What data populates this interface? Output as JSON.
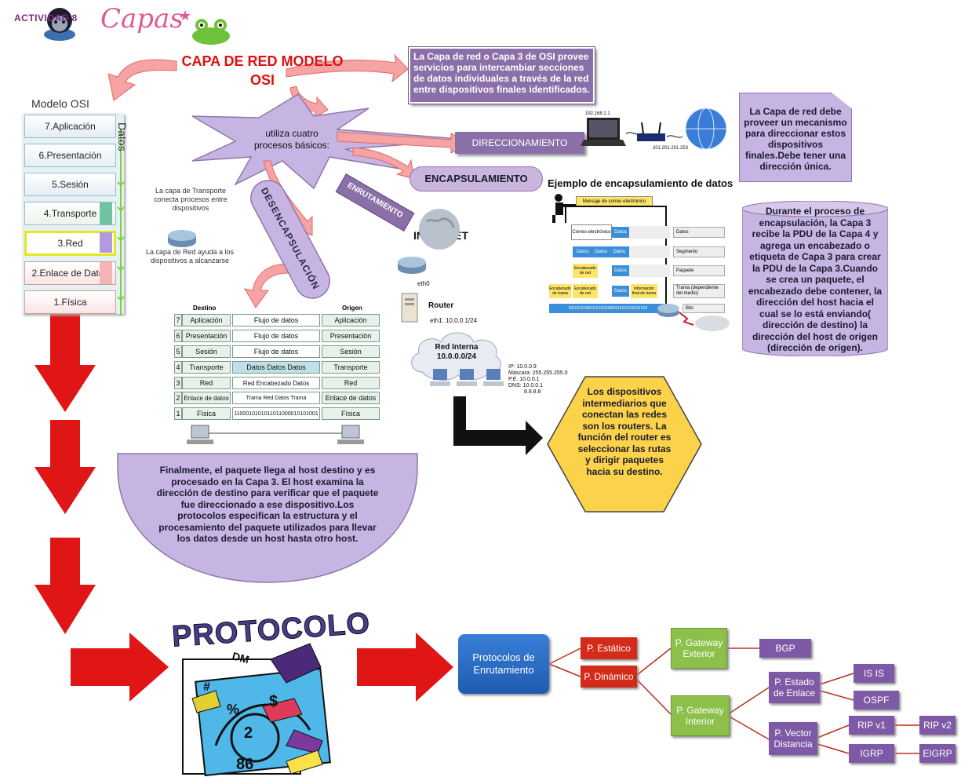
{
  "header": {
    "activity": "ACTIVIDAD 8",
    "title": "Capas"
  },
  "main_title": "CAPA DE RED MODELO OSI",
  "intro_box": "La Capa de red o Capa 3 de OSI provee servicios para intercambiar secciones de datos individuales a través de la red entre dispositivos finales identificados.",
  "star_text": "utiliza cuatro procesos básicos:",
  "processes": {
    "direccionamiento": "DIRECCIONAMIENTO",
    "encapsulamiento": "ENCAPSULAMIENTO",
    "enrutamiento": "ENRUTAMIENTO",
    "desencapsulacion": "DESENCAPSULACIÓN"
  },
  "osi_model": {
    "title": "Modelo OSI",
    "side_label": "Datos",
    "layers": [
      "7.Aplicación",
      "6.Presentación",
      "5.Sesión",
      "4.Transporte",
      "3.Red",
      "2.Enlace de Datos",
      "1.Física"
    ],
    "note_transport": "La capa de Transporte conecta procesos entre dispositivos",
    "note_network": "La capa de Red ayuda a los dispositivos a alcanzarse"
  },
  "addressing": {
    "ip_left": "192.168.1.1",
    "ip_right": "201.201.201.253",
    "note": "La Capa de red debe proveer un mecanismo para direccionar estos dispositivos finales.Debe tener una dirección única."
  },
  "encapsulation_example": {
    "title": "Ejemplo de encapsulamiento de datos",
    "mail_label": "Mensaje de correo electrónico",
    "rows": [
      {
        "left": "Correo electrónico",
        "data": "Datos",
        "label": "Datos"
      },
      {
        "left": "",
        "data": "Datos Datos Datos",
        "label": "Segmento"
      },
      {
        "left": "Encabezado de red",
        "data": "Datos",
        "label": "Paquete"
      },
      {
        "left": "Encabezado de trama",
        "data": "Datos",
        "label": "Trama (dependiente del medio)"
      },
      {
        "left": "",
        "data": "0110101000111011010000110101110101010",
        "label": "Bits"
      }
    ],
    "frame_tail": "Información final de trama",
    "encab_red": "Encabezado de red",
    "note": "Durante el proceso de encapsulación, la Capa 3 recibe la PDU de la Capa 4 y agrega un encabezado o etiqueta de Capa 3 para crear la PDU de la Capa 3.Cuando se crea un paquete, el encabezado debe contener, la dirección del host hacia el cual se lo está enviando( dirección de destino) la dirección del host de origen (dirección de origen)."
  },
  "routing": {
    "internet": "INTERNET",
    "eth0": "eth0",
    "router": "Router",
    "eth1": "eth1: 10.0.0.1/24",
    "cloud_label": "Red Interna 10.0.0.0/24",
    "ip_info": [
      "IP: 10.0.0.9",
      "Máscara: 255.255.255.0",
      "P.E. 10.0.0.1",
      "DNS: 10.0.0.1",
      "8.8.8.8"
    ],
    "note": "Los dispositivos intermediarios que conectan las redes son los routers. La función del router es seleccionar las rutas y dirigir paquetes hacia su destino."
  },
  "decap_table": {
    "destino": "Destino",
    "origen": "Origen",
    "rows": [
      {
        "num": "7",
        "name": "Aplicación",
        "mid": "Flujo de datos",
        "right": "Aplicación"
      },
      {
        "num": "6",
        "name": "Presentación",
        "mid": "Flujo de datos",
        "right": "Presentación"
      },
      {
        "num": "5",
        "name": "Sesión",
        "mid": "Flujo de datos",
        "right": "Sesión"
      },
      {
        "num": "4",
        "name": "Transporte",
        "mid": "Datos Datos Datos",
        "right": "Transporte"
      },
      {
        "num": "3",
        "name": "Red",
        "mid": "Red Encabezado Datos",
        "right": "Red"
      },
      {
        "num": "2",
        "name": "Enlace de datos",
        "mid": "Trama Red Datos Trama",
        "right": "Enlace de datos"
      },
      {
        "num": "1",
        "name": "Física",
        "mid": "1100010101011011000010101001",
        "right": "Física"
      }
    ],
    "note": "Finalmente, el paquete llega al host destino y es procesado en la Capa 3. El host examina la dirección de destino para verificar que el paquete fue direccionado a ese dispositivo.Los protocolos especifican la estructura y el procesamiento del paquete utilizados para llevar los datos desde un host hasta otro host."
  },
  "protocol_art": "PROTOCOLO",
  "protocol_tree": {
    "root": "Protocolos de Enrutamiento",
    "estatico": "P. Estático",
    "dinamico": "P. Dinámico",
    "exterior": "P. Gateway Exterior",
    "interior": "P. Gateway Interior",
    "bgp": "BGP",
    "estado_enlace": "P. Estado de Enlace",
    "vector_distancia": "P. Vector Distancia",
    "isis": "IS IS",
    "ospf": "OSPF",
    "ripv1": "RIP v1",
    "ripv2": "RIP v2",
    "igrp": "IGRP",
    "eigrp": "EIGRP"
  },
  "colors": {
    "title_red": "#e01010",
    "purple": "#8a6fa8",
    "lavender": "#c9b5dd",
    "arrow_red": "#e01515",
    "blue_node": "#2f6fc4",
    "red_node": "#d42a1a",
    "green_node": "#8cc04a",
    "purple_node": "#7e5aa6",
    "hexagon": "#fbd24a"
  }
}
